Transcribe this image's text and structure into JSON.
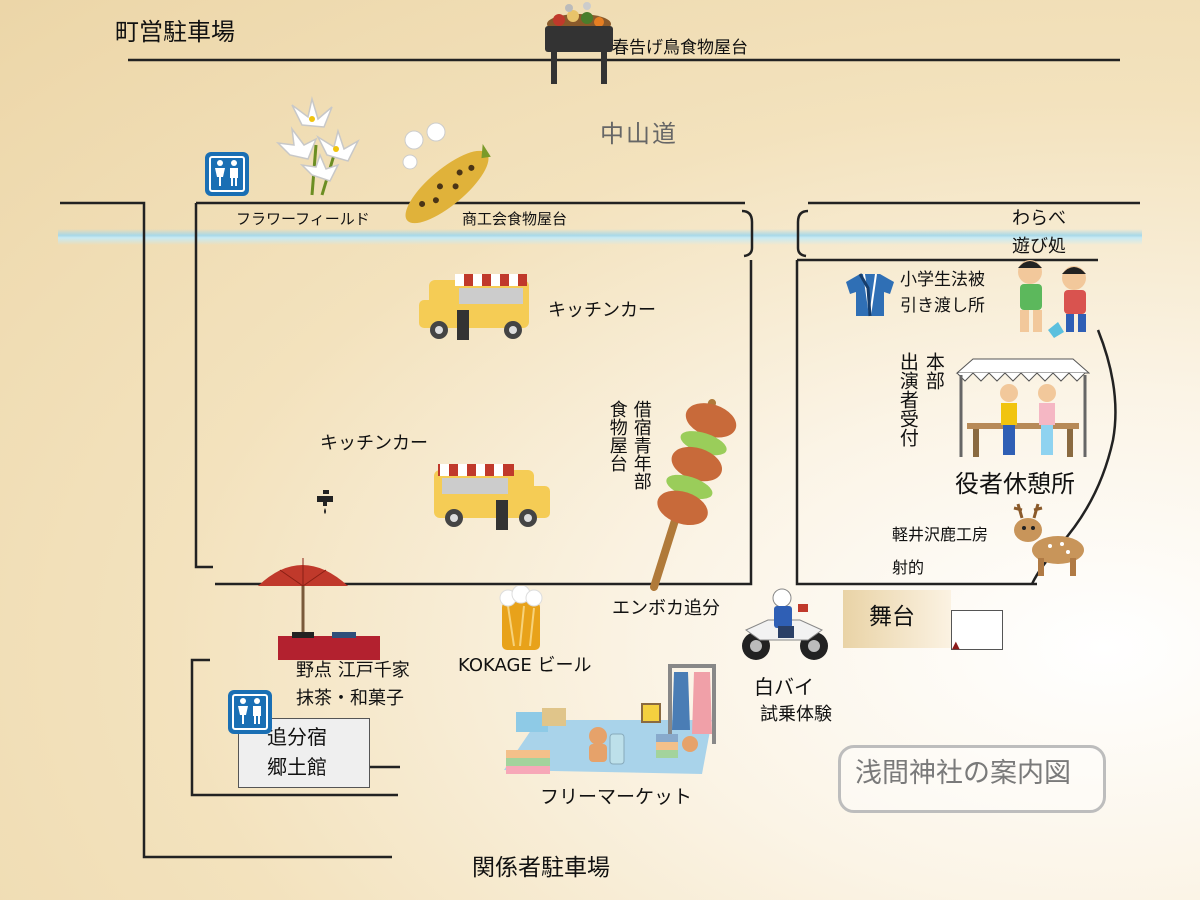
{
  "map": {
    "title": "浅間神社の案内図",
    "road_name": "中山道",
    "areas": {
      "town_parking": "町営駐車場",
      "staff_parking": "関係者駐車場",
      "yaki_stand": "春告げ鳥食物屋台",
      "flower_field": "フラワーフィールド",
      "chamber_stand": "商工会食物屋台",
      "warabe_line1": "わらべ",
      "warabe_line2": "遊び処",
      "happi_line1": "小学生法被",
      "happi_line2": "引き渡し所",
      "kitchen_car_top": "キッチンカー",
      "kitchen_car_mid": "キッチンカー",
      "youth_stand_col1": "借宿青年部",
      "youth_stand_col2": "食物屋台",
      "honbu": "本部",
      "performer_reception": "出演者受付",
      "actor_rest": "役者休憩所",
      "deer_line1": "軽井沢鹿工房",
      "deer_line2": "射的",
      "enbokka": "エンボカ追分",
      "stage": "舞台",
      "kokage_beer": "KOKAGE ビール",
      "nodate_line1": "野点 江戸千家",
      "nodate_line2": "抹茶・和菓子",
      "kyodo_line1": "追分宿",
      "kyodo_line2": "郷土館",
      "police_line1": "白バイ",
      "police_line2": "試乗体験",
      "flea_market": "フリーマーケット"
    },
    "colors": {
      "background": "#ecd6a8",
      "road": "#a8d8e8",
      "toilet": "#1a6fb4",
      "outline": "#222222"
    },
    "icons": [
      "toilet-icon",
      "bbq-grill-icon",
      "lily-flower-icon",
      "grilled-corn-icon",
      "food-truck-icon",
      "yakitori-skewer-icon",
      "happi-coat-icon",
      "children-playing-icon",
      "tent-icon",
      "deer-icon",
      "faucet-icon",
      "umbrella-icon",
      "beer-icon",
      "police-motorcycle-icon",
      "flea-market-icon"
    ]
  }
}
